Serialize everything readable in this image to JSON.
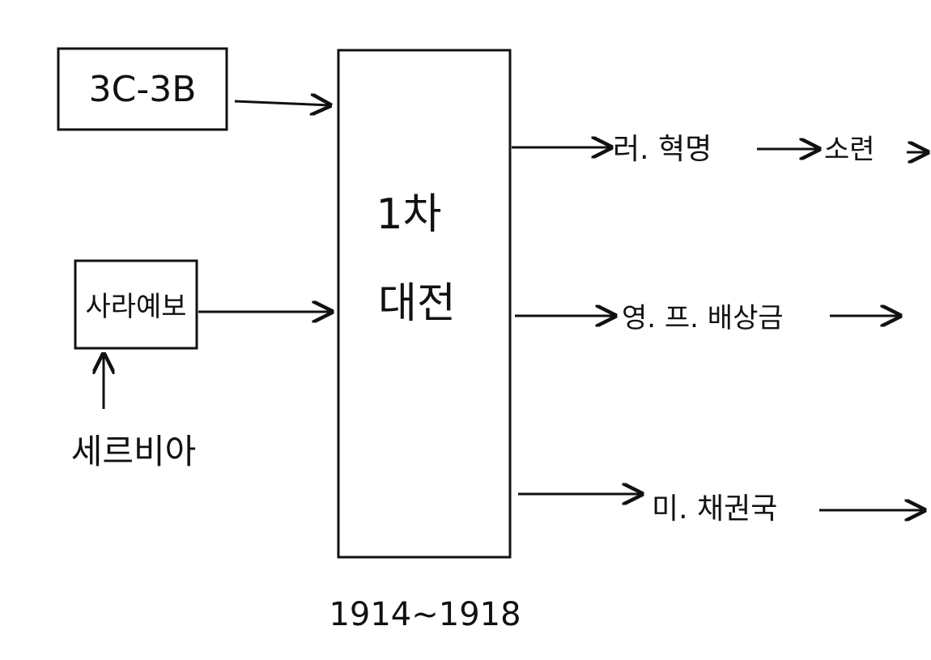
{
  "nodes": {
    "cause1": "3C-3B",
    "cause2": "사라예보",
    "cause2_origin": "세르비아",
    "center_line1": "1차",
    "center_line2": "대전",
    "years": "1914~1918"
  },
  "outcomes": [
    {
      "label": "러. 혁명",
      "next": "소련"
    },
    {
      "label": "영. 프. 배상금",
      "next": ""
    },
    {
      "label": "미. 채권국",
      "next": ""
    }
  ],
  "colors": {
    "ink": "#111111",
    "background": "#ffffff"
  }
}
